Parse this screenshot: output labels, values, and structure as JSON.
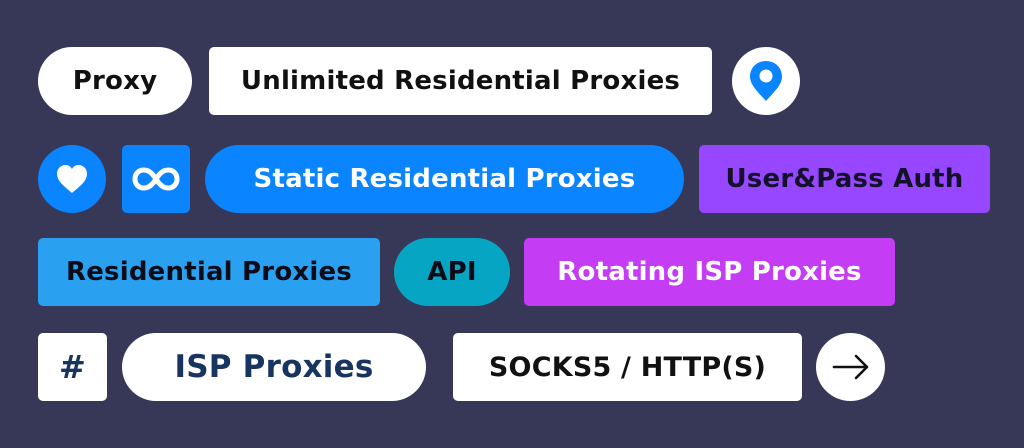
{
  "colors": {
    "background": "#373757",
    "white": "#ffffff",
    "blue": "#0a84ff",
    "purple": "#9747ff",
    "sky_blue": "#2aa0f0",
    "teal": "#06a5c4",
    "magenta": "#c43df5",
    "navy_text": "#183561"
  },
  "rows": [
    {
      "tags": [
        {
          "label": "Proxy",
          "shape": "pill",
          "color": "white"
        },
        {
          "label": "Unlimited Residential Proxies",
          "shape": "rect",
          "color": "white"
        },
        {
          "icon": "location-pin-icon",
          "shape": "circle",
          "color": "white"
        }
      ]
    },
    {
      "tags": [
        {
          "icon": "heart-icon",
          "shape": "circle",
          "color": "blue"
        },
        {
          "icon": "infinity-icon",
          "shape": "rect",
          "color": "blue"
        },
        {
          "label": "Static Residential Proxies",
          "shape": "pill",
          "color": "blue"
        },
        {
          "label": "User&Pass Auth",
          "shape": "rect",
          "color": "purple"
        }
      ]
    },
    {
      "tags": [
        {
          "label": "Residential Proxies",
          "shape": "rect",
          "color": "sky_blue"
        },
        {
          "label": "API",
          "shape": "pill",
          "color": "teal"
        },
        {
          "label": "Rotating ISP Proxies",
          "shape": "rect",
          "color": "magenta"
        }
      ]
    },
    {
      "tags": [
        {
          "icon": "hash-icon",
          "glyph": "#",
          "shape": "rect",
          "color": "white"
        },
        {
          "label": "ISP Proxies",
          "shape": "pill",
          "color": "white"
        },
        {
          "label": "SOCKS5 / HTTP(S)",
          "shape": "rect",
          "color": "white"
        },
        {
          "icon": "arrow-right-icon",
          "shape": "circle",
          "color": "white"
        }
      ]
    }
  ]
}
